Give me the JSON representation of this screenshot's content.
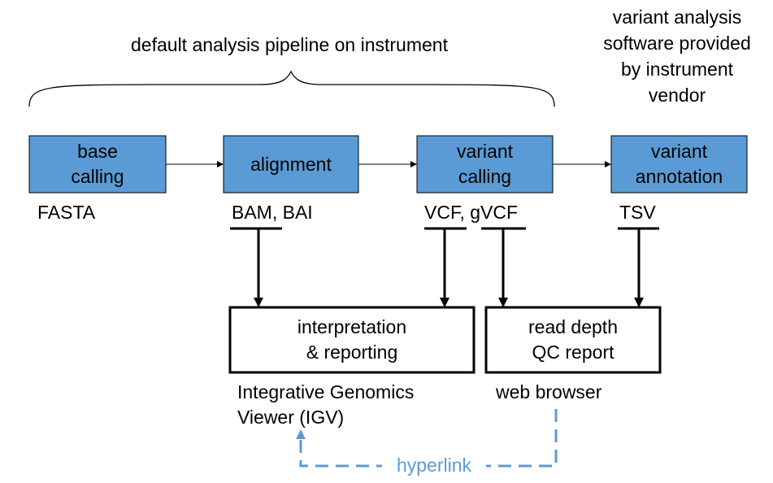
{
  "pipeline_label": "default analysis pipeline on instrument",
  "vendor_label": "variant analysis\nsoftware provided\nby instrument\nvendor",
  "stages": [
    {
      "label": "base\ncalling",
      "output": "FASTA"
    },
    {
      "label": "alignment",
      "output": "BAM, BAI"
    },
    {
      "label": "variant\ncalling",
      "output": "VCF, gVCF"
    },
    {
      "label": "variant\nannotation",
      "output": "TSV"
    }
  ],
  "tools": [
    {
      "label": "interpretation\n& reporting",
      "app": "Integrative Genomics\nViewer (IGV)"
    },
    {
      "label": "read depth\nQC report",
      "app": "web browser"
    }
  ],
  "link_label": "hyperlink",
  "colors": {
    "stage_fill": "#5B9BD5",
    "link": "#5B9BD5",
    "line": "#000000"
  }
}
